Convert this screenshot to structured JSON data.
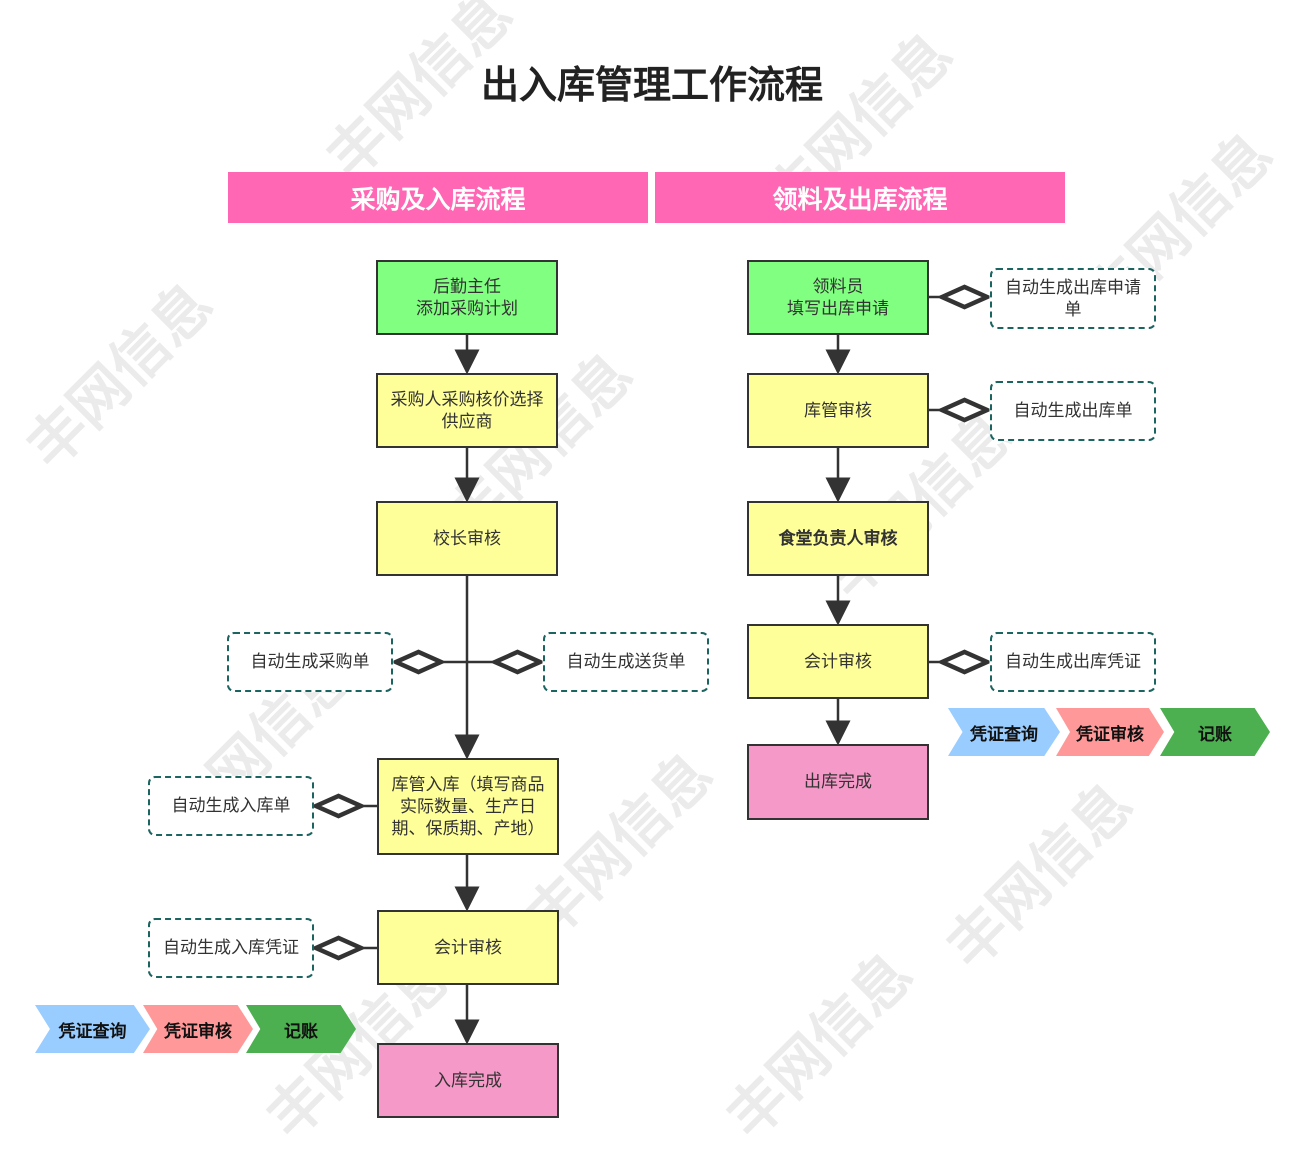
{
  "title": "出入库管理工作流程",
  "watermark": "丰网信息",
  "left": {
    "header": "采购及入库流程",
    "steps": [
      "后勤主任\n添加采购计划",
      "采购人采购核价选择供应商",
      "校长审核",
      "库管入库（填写商品实际数量、生产日期、保质期、产地）",
      "会计审核",
      "入库完成"
    ],
    "auto": [
      "自动生成采购单",
      "自动生成送货单",
      "自动生成入库单",
      "自动生成入库凭证"
    ],
    "chevrons": [
      "凭证查询",
      "凭证审核",
      "记账"
    ]
  },
  "right": {
    "header": "领料及出库流程",
    "steps": [
      "领料员\n填写出库申请",
      "库管审核",
      "食堂负责人审核",
      "会计审核",
      "出库完成"
    ],
    "auto": [
      "自动生成出库申请单",
      "自动生成出库单",
      "自动生成出库凭证"
    ],
    "chevrons": [
      "凭证查询",
      "凭证审核",
      "记账"
    ]
  },
  "colors": {
    "header": "#ff66b3",
    "start": "#80ff80",
    "step": "#ffff99",
    "end": "#f59ac8",
    "chev1": "#99ccff",
    "chev2": "#ff9999",
    "chev3": "#4caf50"
  }
}
